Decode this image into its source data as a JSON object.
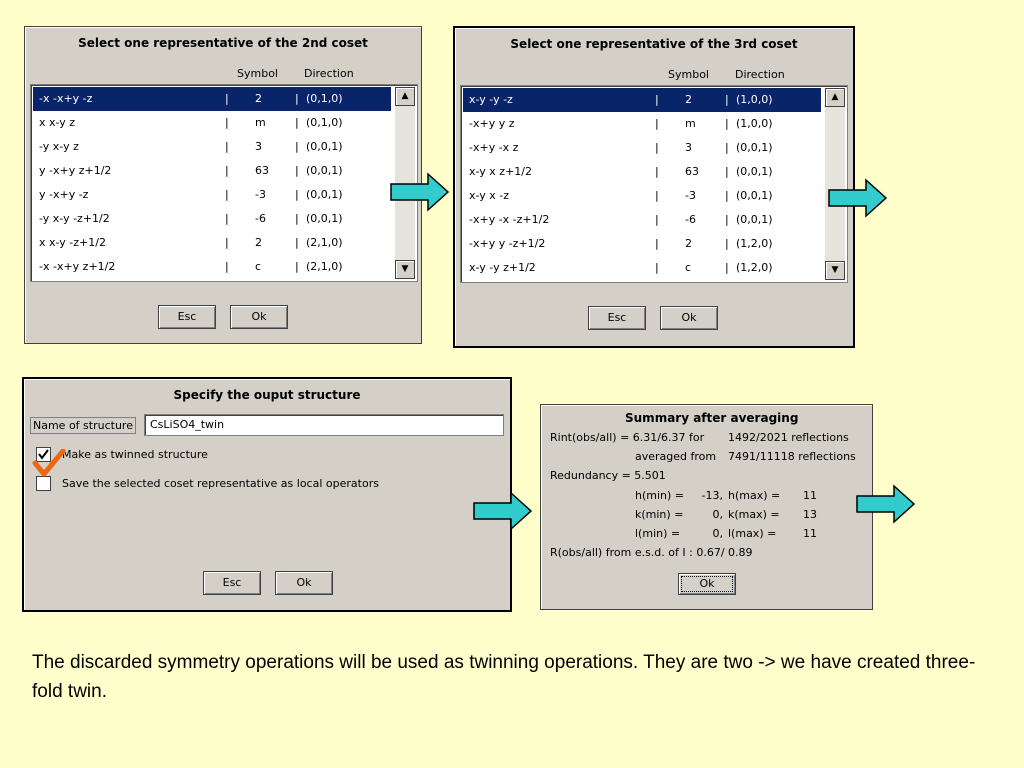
{
  "dialog1": {
    "title": "Select one representative of the 2nd coset",
    "col_symbol": "Symbol",
    "col_direction": "Direction",
    "rows": [
      {
        "op": "-x -x+y -z",
        "sep1": "|",
        "symbol": "2",
        "sep2": "|",
        "direction": "(0,1,0)"
      },
      {
        "op": "x x-y z",
        "sep1": "|",
        "symbol": "m",
        "sep2": "|",
        "direction": "(0,1,0)"
      },
      {
        "op": "-y x-y z",
        "sep1": "|",
        "symbol": "3",
        "sep2": "|",
        "direction": "(0,0,1)"
      },
      {
        "op": "y -x+y z+1/2",
        "sep1": "|",
        "symbol": "63",
        "sep2": "|",
        "direction": "(0,0,1)"
      },
      {
        "op": "y -x+y -z",
        "sep1": "|",
        "symbol": "-3",
        "sep2": "|",
        "direction": "(0,0,1)"
      },
      {
        "op": "-y x-y -z+1/2",
        "sep1": "|",
        "symbol": "-6",
        "sep2": "|",
        "direction": "(0,0,1)"
      },
      {
        "op": "x x-y -z+1/2",
        "sep1": "|",
        "symbol": "2",
        "sep2": "|",
        "direction": "(2,1,0)"
      },
      {
        "op": "-x -x+y z+1/2",
        "sep1": "|",
        "symbol": "c",
        "sep2": "|",
        "direction": "(2,1,0)"
      }
    ],
    "esc_label": "Esc",
    "ok_label": "Ok"
  },
  "dialog2": {
    "title": "Select one representative of the 3rd coset",
    "col_symbol": "Symbol",
    "col_direction": "Direction",
    "rows": [
      {
        "op": "x-y -y -z",
        "sep1": "|",
        "symbol": "2",
        "sep2": "|",
        "direction": "(1,0,0)"
      },
      {
        "op": "-x+y y z",
        "sep1": "|",
        "symbol": "m",
        "sep2": "|",
        "direction": "(1,0,0)"
      },
      {
        "op": "-x+y -x z",
        "sep1": "|",
        "symbol": "3",
        "sep2": "|",
        "direction": "(0,0,1)"
      },
      {
        "op": "x-y x z+1/2",
        "sep1": "|",
        "symbol": "63",
        "sep2": "|",
        "direction": "(0,0,1)"
      },
      {
        "op": "x-y x -z",
        "sep1": "|",
        "symbol": "-3",
        "sep2": "|",
        "direction": "(0,0,1)"
      },
      {
        "op": "-x+y -x -z+1/2",
        "sep1": "|",
        "symbol": "-6",
        "sep2": "|",
        "direction": "(0,0,1)"
      },
      {
        "op": "-x+y y -z+1/2",
        "sep1": "|",
        "symbol": "2",
        "sep2": "|",
        "direction": "(1,2,0)"
      },
      {
        "op": "x-y -y z+1/2",
        "sep1": "|",
        "symbol": "c",
        "sep2": "|",
        "direction": "(1,2,0)"
      }
    ],
    "esc_label": "Esc",
    "ok_label": "Ok"
  },
  "dialog3": {
    "title": "Specify the ouput structure",
    "name_label": "Name of structure",
    "name_value": "CsLiSO4_twin",
    "twinned_label": "Make as twinned structure",
    "save_label": "Save the selected coset representative as local operators",
    "esc_label": "Esc",
    "ok_label": "Ok"
  },
  "dialog4": {
    "title": "Summary after averaging",
    "line1_left": "Rint(obs/all) = 6.31/6.37 for",
    "line1_right": "1492/2021 reflections",
    "line2_left": "averaged from",
    "line2_right": "7491/11118 reflections",
    "line3": "Redundancy = 5.501",
    "hmin_label": "h(min) =",
    "hmin": "-13,",
    "hmax_label": "h(max) =",
    "hmax": "11",
    "kmin_label": "k(min) =",
    "kmin": "0,",
    "kmax_label": "k(max) =",
    "kmax": "13",
    "lmin_label": "l(min) =",
    "lmin": "0,",
    "lmax_label": "l(max) =",
    "lmax": "11",
    "resd": "R(obs/all) from e.s.d. of I :  0.67/ 0.89",
    "ok_label": "Ok"
  },
  "caption": "The discarded symmetry operations will be used as twinning operations. They are two -> we have created three-fold twin.",
  "colors": {
    "background": "#ffffcc",
    "arrow_fill": "#33cccc",
    "selection": "#0a246a",
    "checkmark": "#ee6611"
  }
}
